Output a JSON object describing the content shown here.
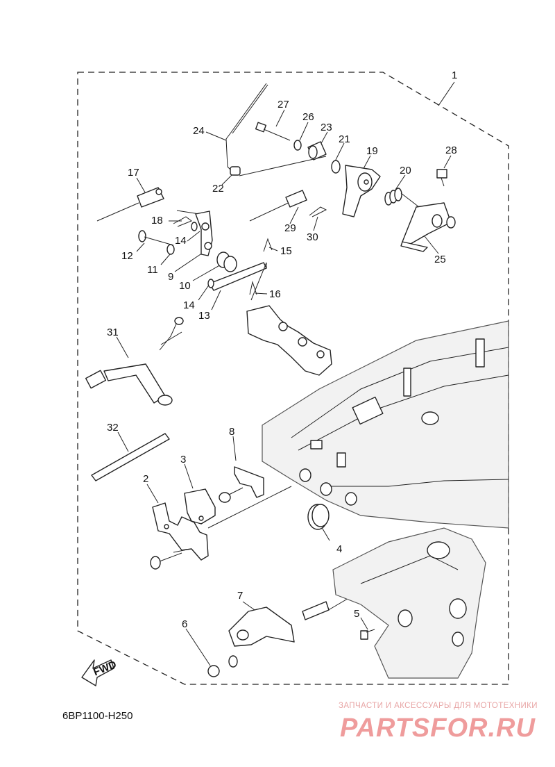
{
  "diagram": {
    "code": "6BP1100-H250",
    "fwd_label": "FWD",
    "callouts": [
      "1",
      "2",
      "3",
      "4",
      "5",
      "6",
      "7",
      "8",
      "9",
      "10",
      "11",
      "12",
      "13",
      "14",
      "14",
      "15",
      "16",
      "17",
      "18",
      "19",
      "20",
      "21",
      "22",
      "23",
      "24",
      "25",
      "26",
      "27",
      "28",
      "29",
      "30",
      "31",
      "32"
    ]
  },
  "watermark": {
    "line1": "ЗАПЧАСТИ И АКСЕССУАРЫ ДЛЯ МОТОТЕХНИКИ",
    "logo_text": "PARTSFOR.RU",
    "color": "#e24b4b"
  }
}
